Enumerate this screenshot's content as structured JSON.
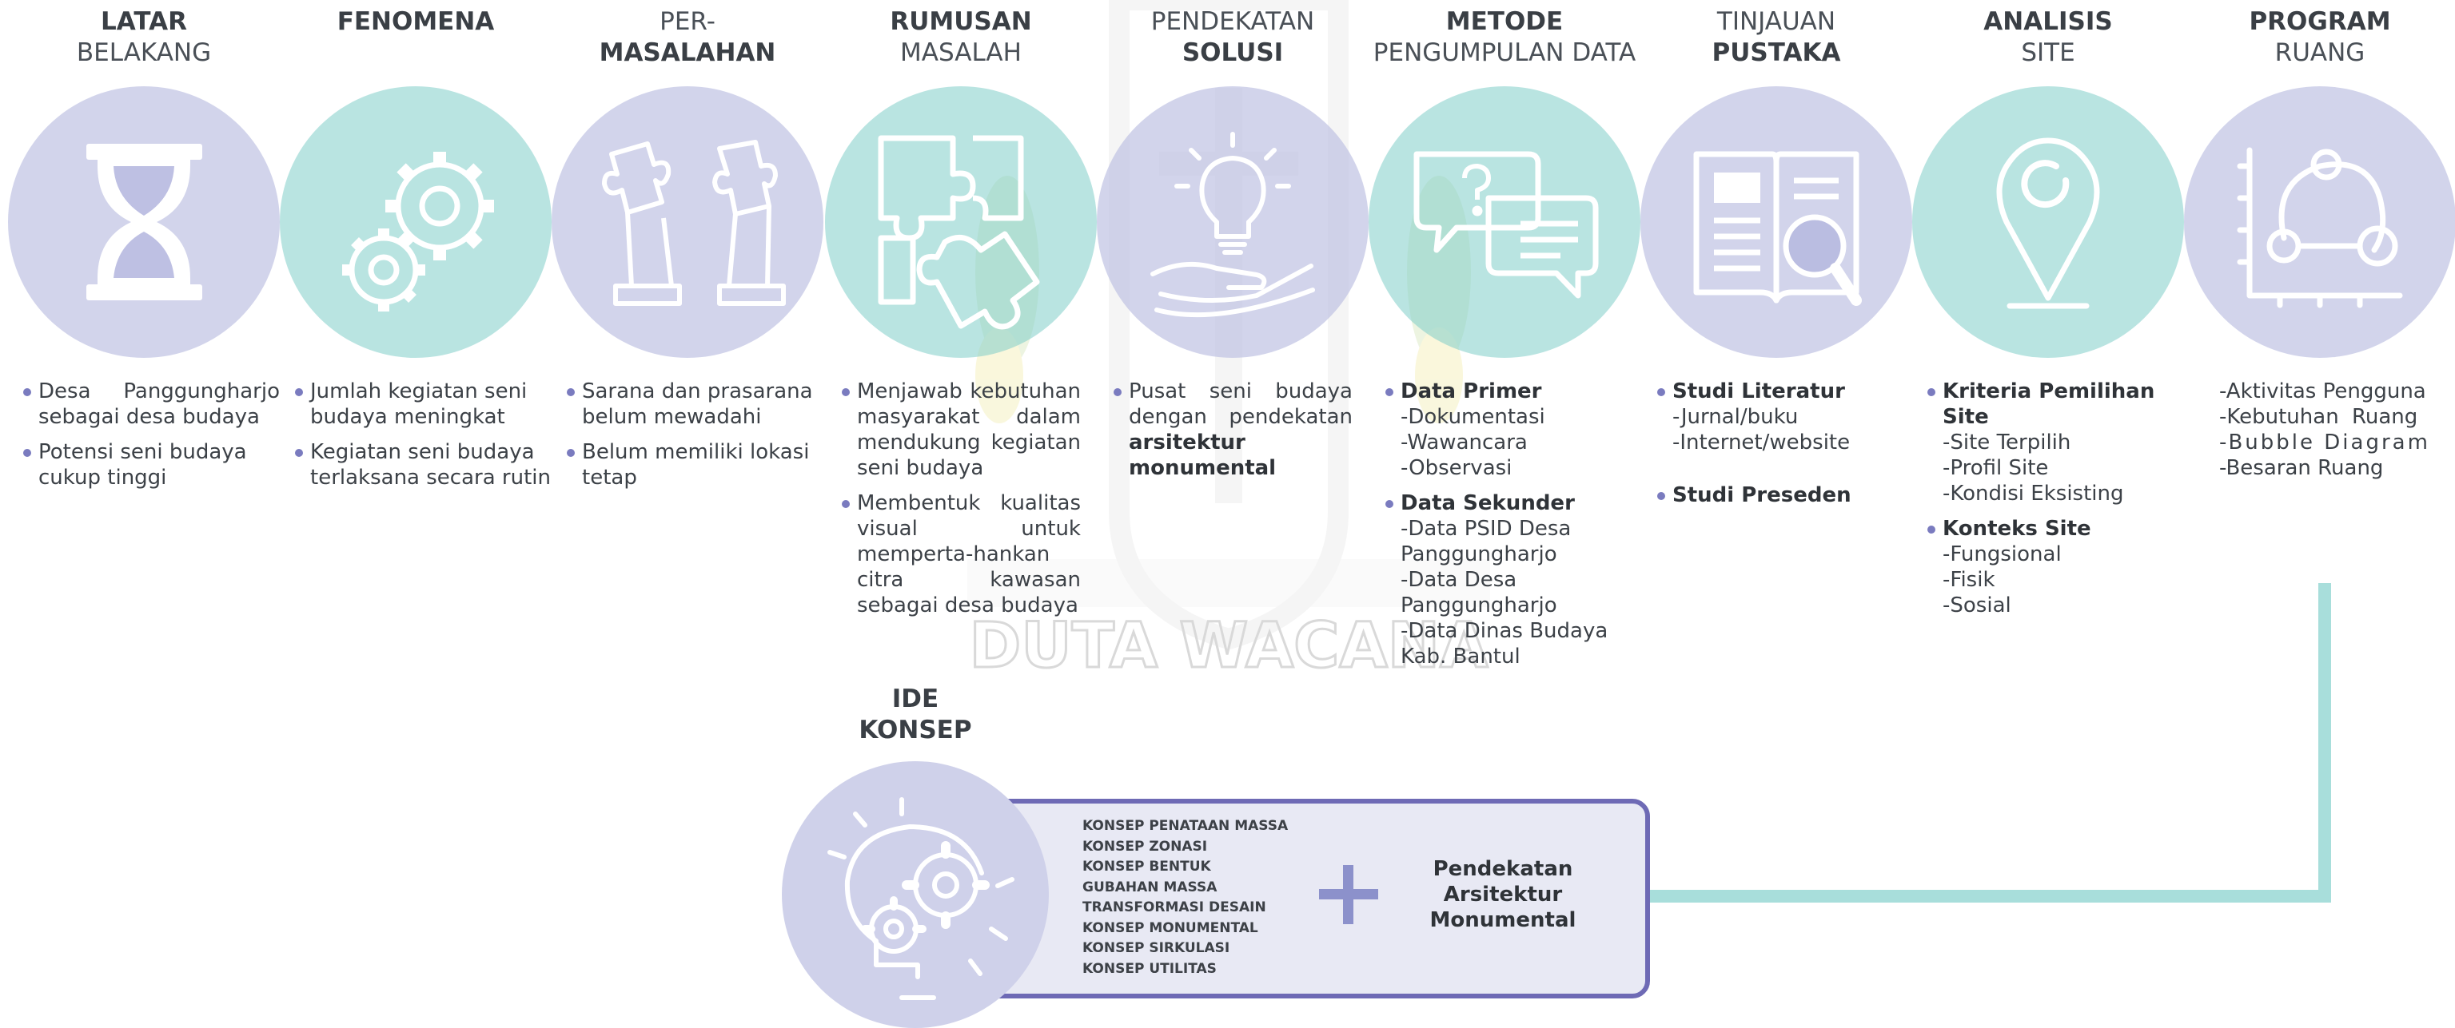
{
  "colors": {
    "lavender": "#babde1",
    "mint": "#80cec8",
    "accent": "#6e6ab5",
    "bullet": "#7a7bbf",
    "connector": "#a8dedb"
  },
  "watermark": {
    "text": "DUTA WACANA"
  },
  "steps": [
    {
      "heading_bold": "LATAR",
      "heading_light": "BELAKANG",
      "icon": "hourglass-icon",
      "bullets": [
        {
          "text": "Desa Panggungharjo sebagai desa budaya"
        },
        {
          "text": "Potensi seni budaya cukup tinggi"
        }
      ]
    },
    {
      "heading_bold": "FENOMENA",
      "heading_light": "",
      "icon": "gears-icon",
      "bullets": [
        {
          "text": "Jumlah kegiatan seni budaya meningkat"
        },
        {
          "text": "Kegiatan seni budaya terlaksana secara rutin"
        }
      ]
    },
    {
      "heading_light": "PER-",
      "heading_bold": "MASALAHAN",
      "icon": "puzzle-hands-icon",
      "bullets": [
        {
          "text": "Sarana dan prasarana belum mewadahi"
        },
        {
          "text": "Belum memiliki lokasi tetap"
        }
      ]
    },
    {
      "heading_bold": "RUMUSAN",
      "heading_light": "MASALAH",
      "icon": "puzzle-pieces-icon",
      "bullets": [
        {
          "text": "Menjawab kebutuhan masyarakat dalam mendukung kegiatan seni budaya"
        },
        {
          "text": "Membentuk kualitas visual untuk memperta-hankan citra kawasan sebagai desa budaya"
        }
      ]
    },
    {
      "heading_light": "PENDEKATAN",
      "heading_bold": "SOLUSI",
      "icon": "lightbulb-hand-icon",
      "bullets": [
        {
          "text": "Pusat seni budaya dengan pendekatan",
          "bold_tail": "arsitektur monumental"
        }
      ]
    },
    {
      "heading_bold": "METODE",
      "heading_light": "PENGUMPULAN DATA",
      "icon": "chat-bubbles-icon",
      "groups": [
        {
          "title": "Data Primer",
          "items": [
            "-Dokumentasi",
            "-Wawancara",
            "-Observasi"
          ]
        },
        {
          "title": "Data Sekunder",
          "items": [
            "-Data PSID Desa Panggungharjo",
            "-Data Desa Panggungharjo",
            "-Data Dinas Budaya Kab. Bantul"
          ]
        }
      ]
    },
    {
      "heading_light": "TINJAUAN",
      "heading_bold": "PUSTAKA",
      "icon": "book-search-icon",
      "groups": [
        {
          "title": "Studi Literatur",
          "items": [
            "-Jurnal/buku",
            "-Internet/website"
          ]
        },
        {
          "title": "Studi Preseden",
          "items": []
        }
      ]
    },
    {
      "heading_bold": "ANALISIS",
      "heading_light": "SITE",
      "icon": "location-pin-icon",
      "groups": [
        {
          "title": "Kriteria Pemilihan Site",
          "items": [
            "-Site Terpilih",
            "-Profil Site",
            "-Kondisi Eksisting"
          ]
        },
        {
          "title": "Konteks Site",
          "items": [
            "-Fungsional",
            "-Fisik",
            "-Sosial"
          ]
        }
      ]
    },
    {
      "heading_bold": "PROGRAM",
      "heading_light": "RUANG",
      "icon": "bubble-diagram-icon",
      "lines": [
        "-Aktivitas Pengguna",
        "-Kebutuhan Ruang",
        "-Bubble Diagram",
        "-Besaran Ruang"
      ]
    }
  ],
  "ide_konsep": {
    "title_line1": "IDE",
    "title_line2": "KONSEP",
    "icon": "head-gears-icon",
    "concepts": [
      "KONSEP PENATAAN MASSA",
      "KONSEP ZONASI",
      "KONSEP BENTUK",
      "GUBAHAN MASSA",
      "TRANSFORMASI DESAIN",
      "KONSEP MONUMENTAL",
      "KONSEP SIRKULASI",
      "KONSEP UTILITAS"
    ],
    "plus_icon": "plus-icon",
    "approach_line1": "Pendekatan",
    "approach_line2": "Arsitektur",
    "approach_line3": "Monumental"
  }
}
